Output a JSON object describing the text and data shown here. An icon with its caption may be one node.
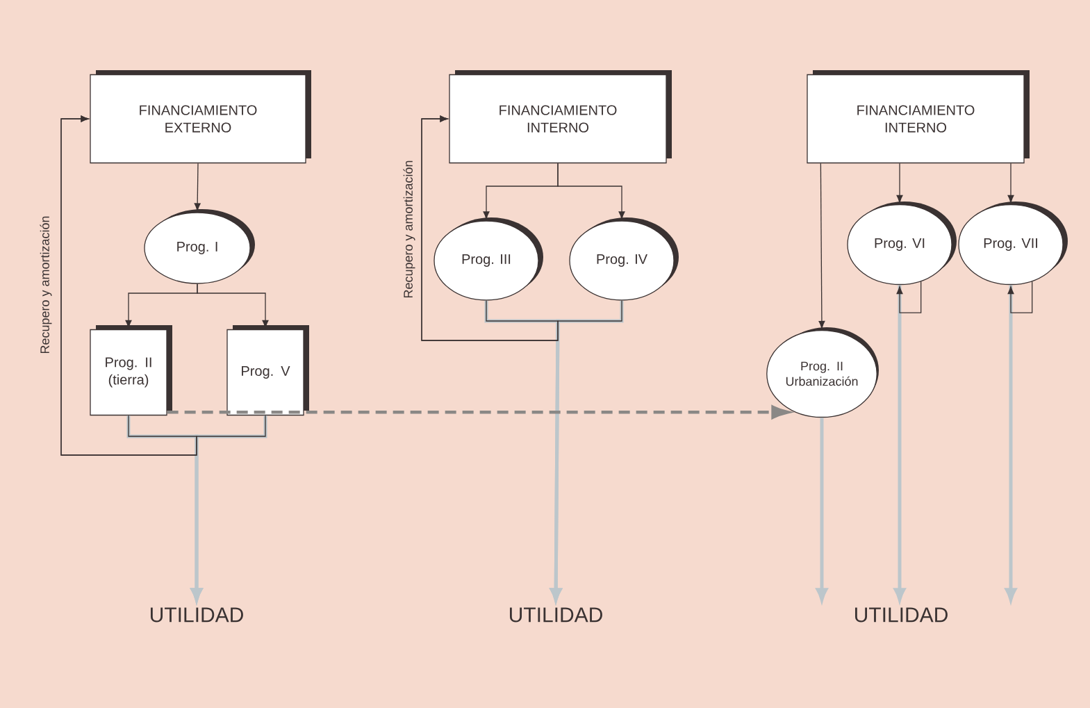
{
  "diagram": {
    "nodes": [
      {
        "text": [
          "FINANCIAMIENTO EXTERNO"
        ]
      },
      {
        "text": [
          "Prog. I"
        ]
      },
      {
        "text": [
          "Prog. II (tierra)"
        ]
      },
      {
        "text": [
          "Prog. V"
        ]
      },
      {
        "text": [
          "FINANCIAMIENTO INTERNO"
        ]
      },
      {
        "text": [
          "Prog. III"
        ]
      },
      {
        "text": [
          "Prog. IV"
        ]
      },
      {
        "text": [
          "FINANCIAMIENTO INTERNO"
        ]
      },
      {
        "text": [
          "Prog. VI"
        ]
      },
      {
        "text": [
          "Prog. VII"
        ]
      },
      {
        "text": [
          "Prog. II Urbanización"
        ]
      },
      {
        "text": [
          "UTILIDAD"
        ]
      },
      {
        "text": [
          "UTILIDAD"
        ]
      },
      {
        "text": [
          "UTILIDAD"
        ]
      }
    ],
    "edges": [
      {
        "from": 0,
        "to": 1,
        "arrow": "to"
      },
      {
        "from": 1,
        "to": 2,
        "arrow": "to"
      },
      {
        "from": 1,
        "to": 3,
        "arrow": "to"
      },
      {
        "from": 2,
        "to": 0,
        "arrow": "to",
        "label": "Recupero y amortización"
      },
      {
        "from": 3,
        "to": 0,
        "arrow": "to"
      },
      {
        "from": 2,
        "to": 10,
        "arrow": "to",
        "style": "dashed",
        "color": "#8a8886"
      },
      {
        "from": 2,
        "to": 11,
        "arrow": "to",
        "style": "thick",
        "color": "#bcc6cb"
      },
      {
        "from": 3,
        "to": 11,
        "arrow": "to",
        "style": "thick",
        "color": "#bcc6cb"
      },
      {
        "from": 4,
        "to": 5,
        "arrow": "to"
      },
      {
        "from": 4,
        "to": 6,
        "arrow": "to"
      },
      {
        "from": 5,
        "to": 4,
        "arrow": "to",
        "label": "Recupero y amortización"
      },
      {
        "from": 6,
        "to": 4,
        "arrow": "to"
      },
      {
        "from": 5,
        "to": 12,
        "arrow": "to",
        "style": "thick",
        "color": "#bcc6cb"
      },
      {
        "from": 6,
        "to": 12,
        "arrow": "to",
        "style": "thick",
        "color": "#bcc6cb"
      },
      {
        "from": 7,
        "to": 10,
        "arrow": "to"
      },
      {
        "from": 7,
        "to": 8,
        "arrow": "to"
      },
      {
        "from": 7,
        "to": 9,
        "arrow": "to"
      },
      {
        "from": 8,
        "to": 8,
        "arrow": "to"
      },
      {
        "from": 9,
        "to": 9,
        "arrow": "to"
      },
      {
        "from": 10,
        "to": 13,
        "arrow": "to",
        "style": "thick",
        "color": "#bcc6cb"
      },
      {
        "from": 8,
        "to": 13,
        "arrow": "to",
        "style": "thick",
        "color": "#bcc6cb"
      },
      {
        "from": 9,
        "to": 13,
        "arrow": "to",
        "style": "thick",
        "color": "#bcc6cb"
      }
    ]
  }
}
